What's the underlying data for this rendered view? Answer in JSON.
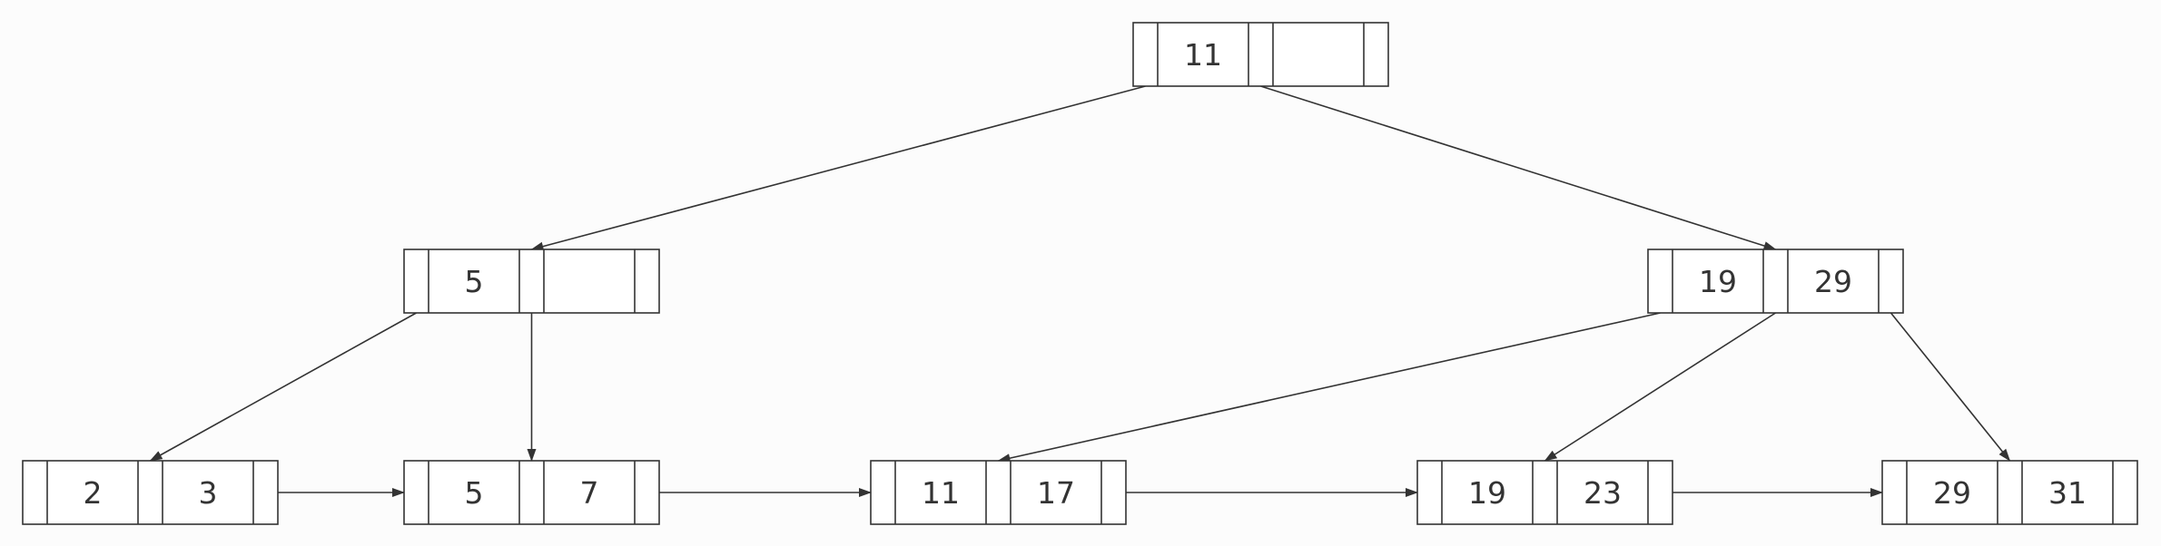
{
  "diagram": {
    "type": "b-plus-tree",
    "nodes": [
      {
        "id": "root",
        "keys": [
          "11",
          ""
        ]
      },
      {
        "id": "inner-left",
        "keys": [
          "5",
          ""
        ]
      },
      {
        "id": "inner-right",
        "keys": [
          "19",
          "29"
        ]
      },
      {
        "id": "leaf-1",
        "keys": [
          "2",
          "3"
        ]
      },
      {
        "id": "leaf-2",
        "keys": [
          "5",
          "7"
        ]
      },
      {
        "id": "leaf-3",
        "keys": [
          "11",
          "17"
        ]
      },
      {
        "id": "leaf-4",
        "keys": [
          "19",
          "23"
        ]
      },
      {
        "id": "leaf-5",
        "keys": [
          "29",
          "31"
        ]
      }
    ],
    "edges": [
      {
        "from": "root",
        "pointer": 0,
        "to": "inner-left"
      },
      {
        "from": "root",
        "pointer": 1,
        "to": "inner-right"
      },
      {
        "from": "inner-left",
        "pointer": 0,
        "to": "leaf-1"
      },
      {
        "from": "inner-left",
        "pointer": 1,
        "to": "leaf-2"
      },
      {
        "from": "inner-right",
        "pointer": 0,
        "to": "leaf-3"
      },
      {
        "from": "inner-right",
        "pointer": 1,
        "to": "leaf-4"
      },
      {
        "from": "inner-right",
        "pointer": 2,
        "to": "leaf-5"
      }
    ],
    "leaf_links": [
      {
        "from": "leaf-1",
        "to": "leaf-2"
      },
      {
        "from": "leaf-2",
        "to": "leaf-3"
      },
      {
        "from": "leaf-3",
        "to": "leaf-4"
      },
      {
        "from": "leaf-4",
        "to": "leaf-5"
      }
    ],
    "colors": {
      "line": "#333333",
      "text": "#333333",
      "node_fill": "#ffffff",
      "background": "#fcfcfc"
    }
  }
}
